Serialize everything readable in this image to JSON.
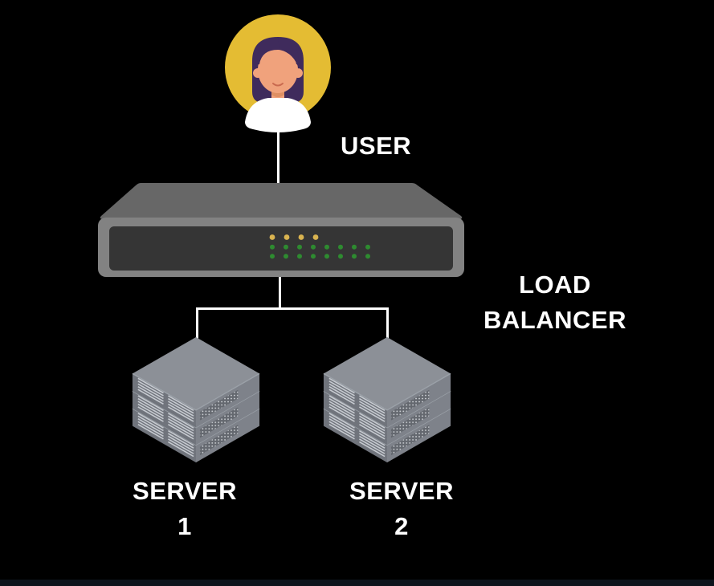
{
  "title": "Load balancer architecture diagram",
  "background": "#000000",
  "nodes": {
    "user": {
      "label": "USER",
      "icon": "user-avatar-icon"
    },
    "load_balancer": {
      "label_lines": [
        "LOAD",
        "BALANCER"
      ],
      "icon": "network-switch-icon"
    },
    "server1": {
      "label_lines": [
        "SERVER",
        "1"
      ],
      "icon": "server-stack-icon"
    },
    "server2": {
      "label_lines": [
        "SERVER",
        "2"
      ],
      "icon": "server-stack-icon"
    }
  },
  "connections": [
    "user -> load_balancer",
    "load_balancer -> server1",
    "load_balancer -> server2"
  ],
  "colors": {
    "label_text": "#FFFFFF",
    "connector_line": "#FFFFFF",
    "avatar_circle": "#E4BC33",
    "avatar_hair": "#3F2B5C",
    "avatar_skin": "#F0A27C",
    "avatar_shirt": "#FFFFFF",
    "switch_top": "#676767",
    "switch_frame": "#828282",
    "switch_panel": "#353535",
    "led_yellow": "#D9B350",
    "led_green": "#2E8B30",
    "server_top": "#8C9097",
    "server_left": "#70747C",
    "server_right": "#7E828A",
    "footer_bar": "#0D141C"
  },
  "switch_leds": {
    "yellow_count": 4,
    "green_rows": 2,
    "green_per_row": 8
  },
  "server_units_per_stack": 3
}
